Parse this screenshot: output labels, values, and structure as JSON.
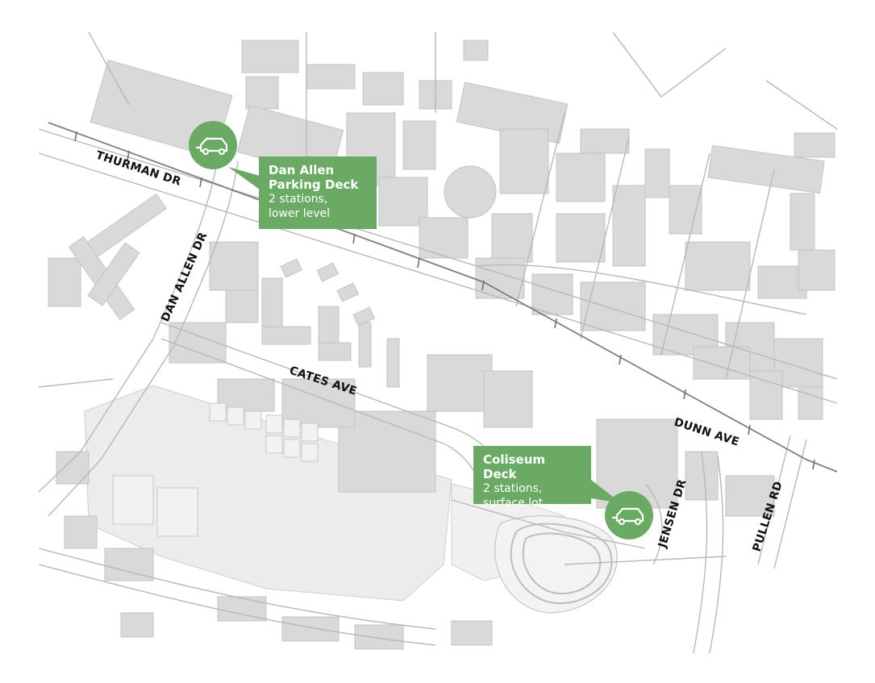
{
  "roads": {
    "thurman": "THURMAN DR",
    "dan_allen": "DAN ALLEN DR",
    "cates": "CATES AVE",
    "dunn": "DUNN AVE",
    "jensen": "JENSEN DR",
    "pullen": "PULLEN RD"
  },
  "stations": [
    {
      "title_line1": "Dan Allen",
      "title_line2": "Parking Deck",
      "detail_line1": "2 stations,",
      "detail_line2": "lower level",
      "icon": "ev-car-icon"
    },
    {
      "title_line1": "Coliseum Deck",
      "detail_line1": "2 stations,",
      "detail_line2": "surface lot",
      "icon": "ev-car-icon"
    }
  ],
  "colors": {
    "accent_green": "#6aaa64",
    "building_fill": "#d9d9d9",
    "road_outline": "#b8b8b8",
    "rail": "#8a8a8a",
    "label_text": "#111111"
  }
}
